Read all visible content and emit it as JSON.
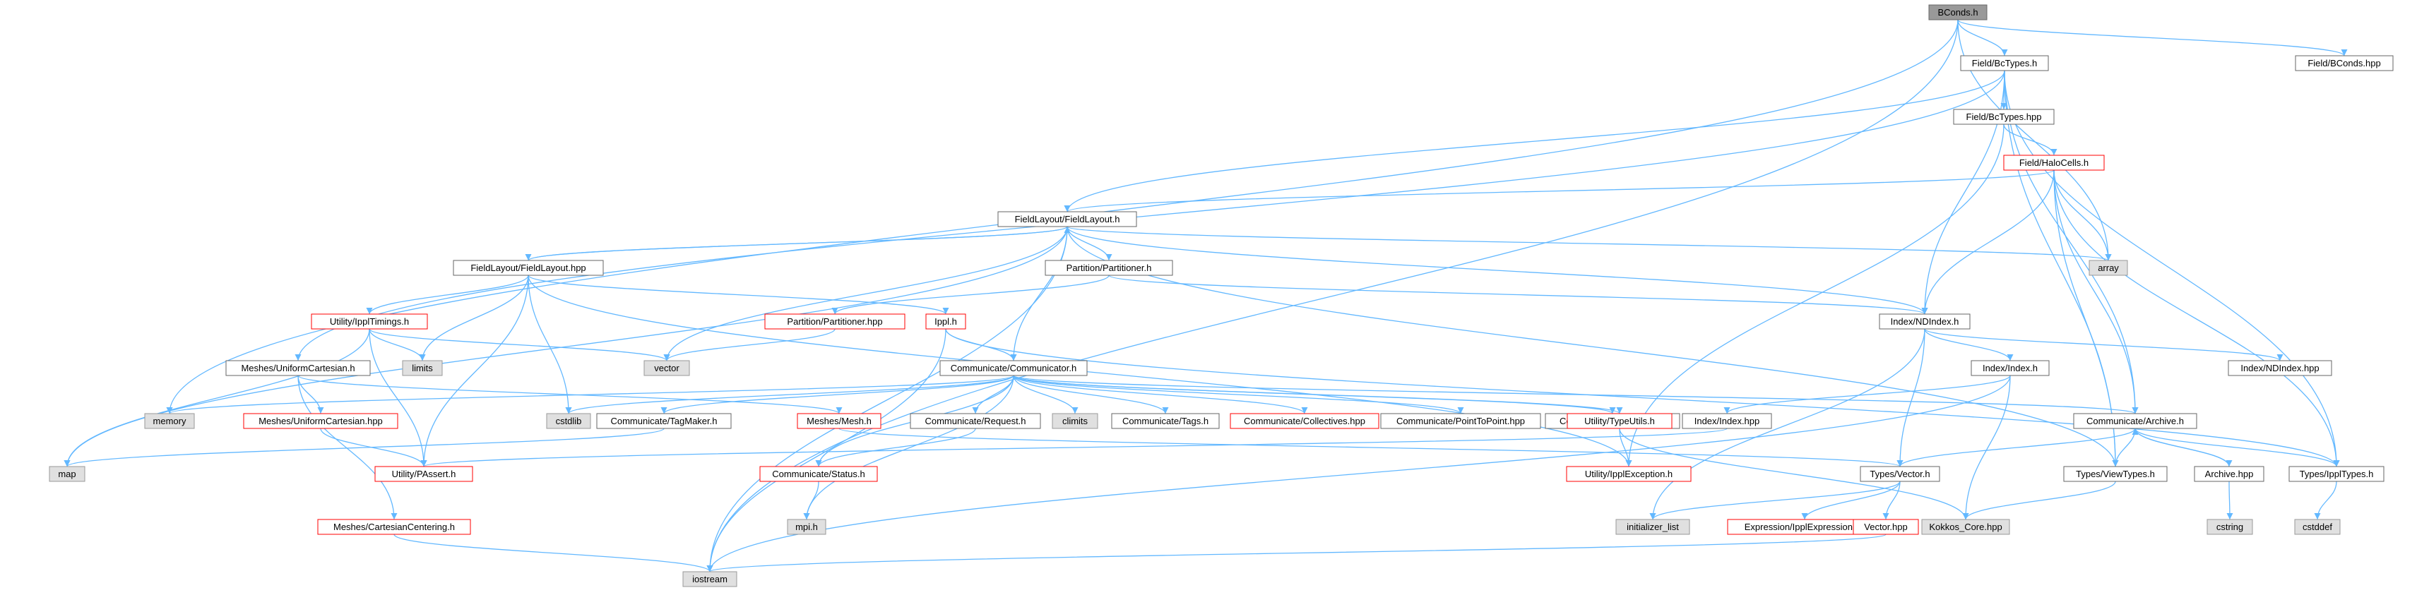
{
  "nodes": [
    {
      "id": "bconds_h",
      "label": "BConds.h",
      "fill": "#999999",
      "stroke": "#666666"
    },
    {
      "id": "field_bctypes_h",
      "label": "Field/BcTypes.h",
      "fill": "#ffffff",
      "stroke": "#666666"
    },
    {
      "id": "field_bconds_hpp",
      "label": "Field/BConds.hpp",
      "fill": "#ffffff",
      "stroke": "#666666"
    },
    {
      "id": "field_bctypes_hpp",
      "label": "Field/BcTypes.hpp",
      "fill": "#ffffff",
      "stroke": "#666666"
    },
    {
      "id": "field_halocells_h",
      "label": "Field/HaloCells.h",
      "fill": "#ffffff",
      "stroke": "#ff0000"
    },
    {
      "id": "fieldlayout_h",
      "label": "FieldLayout/FieldLayout.h",
      "fill": "#ffffff",
      "stroke": "#666666"
    },
    {
      "id": "array",
      "label": "array",
      "fill": "#e0e0e0",
      "stroke": "#999999"
    },
    {
      "id": "fieldlayout_hpp",
      "label": "FieldLayout/FieldLayout.hpp",
      "fill": "#ffffff",
      "stroke": "#666666"
    },
    {
      "id": "partitioner_h",
      "label": "Partition/Partitioner.h",
      "fill": "#ffffff",
      "stroke": "#666666"
    },
    {
      "id": "ipptimings_h",
      "label": "Utility/IpplTimings.h",
      "fill": "#ffffff",
      "stroke": "#ff0000"
    },
    {
      "id": "partitioner_hpp",
      "label": "Partition/Partitioner.hpp",
      "fill": "#ffffff",
      "stroke": "#ff0000"
    },
    {
      "id": "ippl_h",
      "label": "Ippl.h",
      "fill": "#ffffff",
      "stroke": "#ff0000"
    },
    {
      "id": "ndindex_h",
      "label": "Index/NDIndex.h",
      "fill": "#ffffff",
      "stroke": "#666666"
    },
    {
      "id": "limits",
      "label": "limits",
      "fill": "#e0e0e0",
      "stroke": "#999999"
    },
    {
      "id": "vector",
      "label": "vector",
      "fill": "#e0e0e0",
      "stroke": "#999999"
    },
    {
      "id": "meshes_uniformcartesian_h",
      "label": "Meshes/UniformCartesian.h",
      "fill": "#ffffff",
      "stroke": "#666666"
    },
    {
      "id": "communicator_h",
      "label": "Communicate/Communicator.h",
      "fill": "#ffffff",
      "stroke": "#666666"
    },
    {
      "id": "index_h",
      "label": "Index/Index.h",
      "fill": "#ffffff",
      "stroke": "#666666"
    },
    {
      "id": "ndindex_hpp",
      "label": "Index/NDIndex.hpp",
      "fill": "#ffffff",
      "stroke": "#666666"
    },
    {
      "id": "memory",
      "label": "memory",
      "fill": "#e0e0e0",
      "stroke": "#999999"
    },
    {
      "id": "meshes_uniformcartesian_hpp",
      "label": "Meshes/UniformCartesian.hpp",
      "fill": "#ffffff",
      "stroke": "#ff0000"
    },
    {
      "id": "cstdlib",
      "label": "cstdlib",
      "fill": "#e0e0e0",
      "stroke": "#999999"
    },
    {
      "id": "tagmaker_h",
      "label": "Communicate/TagMaker.h",
      "fill": "#ffffff",
      "stroke": "#666666"
    },
    {
      "id": "mesh_h",
      "label": "Meshes/Mesh.h",
      "fill": "#ffffff",
      "stroke": "#ff0000"
    },
    {
      "id": "request_h",
      "label": "Communicate/Request.h",
      "fill": "#ffffff",
      "stroke": "#666666"
    },
    {
      "id": "climits",
      "label": "climits",
      "fill": "#e0e0e0",
      "stroke": "#999999"
    },
    {
      "id": "tags_h",
      "label": "Communicate/Tags.h",
      "fill": "#ffffff",
      "stroke": "#666666"
    },
    {
      "id": "collectives_hpp",
      "label": "Communicate/Collectives.hpp",
      "fill": "#ffffff",
      "stroke": "#ff0000"
    },
    {
      "id": "pointtopoint_hpp",
      "label": "Communicate/PointToPoint.hpp",
      "fill": "#ffffff",
      "stroke": "#666666"
    },
    {
      "id": "buffers_hpp",
      "label": "Communicate/Buffers.hpp",
      "fill": "#ffffff",
      "stroke": "#666666"
    },
    {
      "id": "typeutils_h",
      "label": "Utility/TypeUtils.h",
      "fill": "#ffffff",
      "stroke": "#ff0000"
    },
    {
      "id": "index_hpp",
      "label": "Index/Index.hpp",
      "fill": "#ffffff",
      "stroke": "#666666"
    },
    {
      "id": "archive_h",
      "label": "Communicate/Archive.h",
      "fill": "#ffffff",
      "stroke": "#666666"
    },
    {
      "id": "map",
      "label": "map",
      "fill": "#e0e0e0",
      "stroke": "#999999"
    },
    {
      "id": "passert_h",
      "label": "Utility/PAssert.h",
      "fill": "#ffffff",
      "stroke": "#ff0000"
    },
    {
      "id": "status_h",
      "label": "Communicate/Status.h",
      "fill": "#ffffff",
      "stroke": "#ff0000"
    },
    {
      "id": "ipplexception_h",
      "label": "Utility/IpplException.h",
      "fill": "#ffffff",
      "stroke": "#ff0000"
    },
    {
      "id": "types_vector_h",
      "label": "Types/Vector.h",
      "fill": "#ffffff",
      "stroke": "#666666"
    },
    {
      "id": "viewtypes_h",
      "label": "Types/ViewTypes.h",
      "fill": "#ffffff",
      "stroke": "#666666"
    },
    {
      "id": "archive_hpp",
      "label": "Archive.hpp",
      "fill": "#ffffff",
      "stroke": "#666666"
    },
    {
      "id": "ippltypes_h",
      "label": "Types/IpplTypes.h",
      "fill": "#ffffff",
      "stroke": "#666666"
    },
    {
      "id": "cartesiancentering_h",
      "label": "Meshes/CartesianCentering.h",
      "fill": "#ffffff",
      "stroke": "#ff0000"
    },
    {
      "id": "mpi_h",
      "label": "mpi.h",
      "fill": "#e0e0e0",
      "stroke": "#999999"
    },
    {
      "id": "initializer_list",
      "label": "initializer_list",
      "fill": "#e0e0e0",
      "stroke": "#999999"
    },
    {
      "id": "ipplexpressions_h",
      "label": "Expression/IpplExpressions.h",
      "fill": "#ffffff",
      "stroke": "#ff0000"
    },
    {
      "id": "vector_hpp",
      "label": "Vector.hpp",
      "fill": "#ffffff",
      "stroke": "#ff0000"
    },
    {
      "id": "kokkos_core_hpp",
      "label": "Kokkos_Core.hpp",
      "fill": "#e0e0e0",
      "stroke": "#999999"
    },
    {
      "id": "cstring",
      "label": "cstring",
      "fill": "#e0e0e0",
      "stroke": "#999999"
    },
    {
      "id": "cstddef",
      "label": "cstddef",
      "fill": "#e0e0e0",
      "stroke": "#999999"
    },
    {
      "id": "iostream",
      "label": "iostream",
      "fill": "#e0e0e0",
      "stroke": "#999999"
    }
  ],
  "edges": [
    [
      "bconds_h",
      "field_bctypes_h"
    ],
    [
      "bconds_h",
      "field_bconds_hpp"
    ],
    [
      "bconds_h",
      "array"
    ],
    [
      "bconds_h",
      "memory"
    ],
    [
      "bconds_h",
      "iostream"
    ],
    [
      "field_bctypes_h",
      "field_bctypes_hpp"
    ],
    [
      "field_bctypes_h",
      "fieldlayout_h"
    ],
    [
      "field_bctypes_h",
      "ndindex_h"
    ],
    [
      "field_bctypes_h",
      "meshes_uniformcartesian_h"
    ],
    [
      "field_bctypes_h",
      "archive_h"
    ],
    [
      "field_bctypes_h",
      "viewtypes_h"
    ],
    [
      "field_bctypes_h",
      "ippltypes_h"
    ],
    [
      "field_bctypes_hpp",
      "field_halocells_h"
    ],
    [
      "field_bctypes_hpp",
      "ipplexception_h"
    ],
    [
      "field_halocells_h",
      "fieldlayout_h"
    ],
    [
      "field_halocells_h",
      "array"
    ],
    [
      "field_halocells_h",
      "ndindex_h"
    ],
    [
      "field_halocells_h",
      "archive_h"
    ],
    [
      "field_halocells_h",
      "viewtypes_h"
    ],
    [
      "field_halocells_h",
      "ippltypes_h"
    ],
    [
      "fieldlayout_h",
      "fieldlayout_hpp"
    ],
    [
      "fieldlayout_h",
      "partitioner_h"
    ],
    [
      "fieldlayout_h",
      "array"
    ],
    [
      "fieldlayout_h",
      "ndindex_h"
    ],
    [
      "fieldlayout_h",
      "communicator_h"
    ],
    [
      "fieldlayout_h",
      "vector"
    ],
    [
      "fieldlayout_h",
      "map"
    ],
    [
      "fieldlayout_h",
      "iostream"
    ],
    [
      "fieldlayout_h",
      "viewtypes_h"
    ],
    [
      "fieldlayout_hpp",
      "fieldlayout_h"
    ],
    [
      "fieldlayout_hpp",
      "ipptimings_h"
    ],
    [
      "fieldlayout_hpp",
      "ippl_h"
    ],
    [
      "fieldlayout_hpp",
      "limits"
    ],
    [
      "fieldlayout_hpp",
      "cstdlib"
    ],
    [
      "fieldlayout_hpp",
      "passert_h"
    ],
    [
      "fieldlayout_hpp",
      "ipplexception_h"
    ],
    [
      "partitioner_h",
      "partitioner_hpp"
    ],
    [
      "partitioner_h",
      "ndindex_h"
    ],
    [
      "partitioner_hpp",
      "vector"
    ],
    [
      "ipptimings_h",
      "limits"
    ],
    [
      "ipptimings_h",
      "vector"
    ],
    [
      "ipptimings_h",
      "map"
    ],
    [
      "ipptimings_h",
      "passert_h"
    ],
    [
      "ippl_h",
      "communicator_h"
    ],
    [
      "ippl_h",
      "iostream"
    ],
    [
      "ippl_h",
      "ippltypes_h"
    ],
    [
      "ndindex_h",
      "index_h"
    ],
    [
      "ndindex_h",
      "ndindex_hpp"
    ],
    [
      "ndindex_h",
      "types_vector_h"
    ],
    [
      "ndindex_h",
      "initializer_list"
    ],
    [
      "index_h",
      "index_hpp"
    ],
    [
      "index_h",
      "kokkos_core_hpp"
    ],
    [
      "index_h",
      "iostream"
    ],
    [
      "index_hpp",
      "passert_h"
    ],
    [
      "meshes_uniformcartesian_h",
      "meshes_uniformcartesian_hpp"
    ],
    [
      "meshes_uniformcartesian_h",
      "mesh_h"
    ],
    [
      "meshes_uniformcartesian_h",
      "cartesiancentering_h"
    ],
    [
      "meshes_uniformcartesian_hpp",
      "passert_h"
    ],
    [
      "mesh_h",
      "types_vector_h"
    ],
    [
      "communicator_h",
      "memory"
    ],
    [
      "communicator_h",
      "cstdlib"
    ],
    [
      "communicator_h",
      "tagmaker_h"
    ],
    [
      "communicator_h",
      "request_h"
    ],
    [
      "communicator_h",
      "climits"
    ],
    [
      "communicator_h",
      "tags_h"
    ],
    [
      "communicator_h",
      "collectives_hpp"
    ],
    [
      "communicator_h",
      "pointtopoint_hpp"
    ],
    [
      "communicator_h",
      "buffers_hpp"
    ],
    [
      "communicator_h",
      "typeutils_h"
    ],
    [
      "communicator_h",
      "archive_h"
    ],
    [
      "communicator_h",
      "status_h"
    ],
    [
      "communicator_h",
      "mpi_h"
    ],
    [
      "tagmaker_h",
      "map"
    ],
    [
      "request_h",
      "status_h"
    ],
    [
      "status_h",
      "mpi_h"
    ],
    [
      "typeutils_h",
      "ipplexception_h"
    ],
    [
      "typeutils_h",
      "kokkos_core_hpp"
    ],
    [
      "archive_h",
      "types_vector_h"
    ],
    [
      "archive_h",
      "viewtypes_h"
    ],
    [
      "archive_h",
      "archive_hpp"
    ],
    [
      "archive_h",
      "ippltypes_h"
    ],
    [
      "archive_hpp",
      "archive_h"
    ],
    [
      "archive_hpp",
      "cstring"
    ],
    [
      "types_vector_h",
      "initializer_list"
    ],
    [
      "types_vector_h",
      "ipplexpressions_h"
    ],
    [
      "types_vector_h",
      "vector_hpp"
    ],
    [
      "vector_hpp",
      "iostream"
    ],
    [
      "viewtypes_h",
      "kokkos_core_hpp"
    ],
    [
      "ippltypes_h",
      "cstddef"
    ],
    [
      "cartesiancentering_h",
      "iostream"
    ]
  ],
  "colors": {
    "edge": "#63b8ff",
    "default_border": "#666666",
    "header_border": "#ff0000",
    "system_fill": "#e0e0e0",
    "root_fill": "#999999"
  }
}
